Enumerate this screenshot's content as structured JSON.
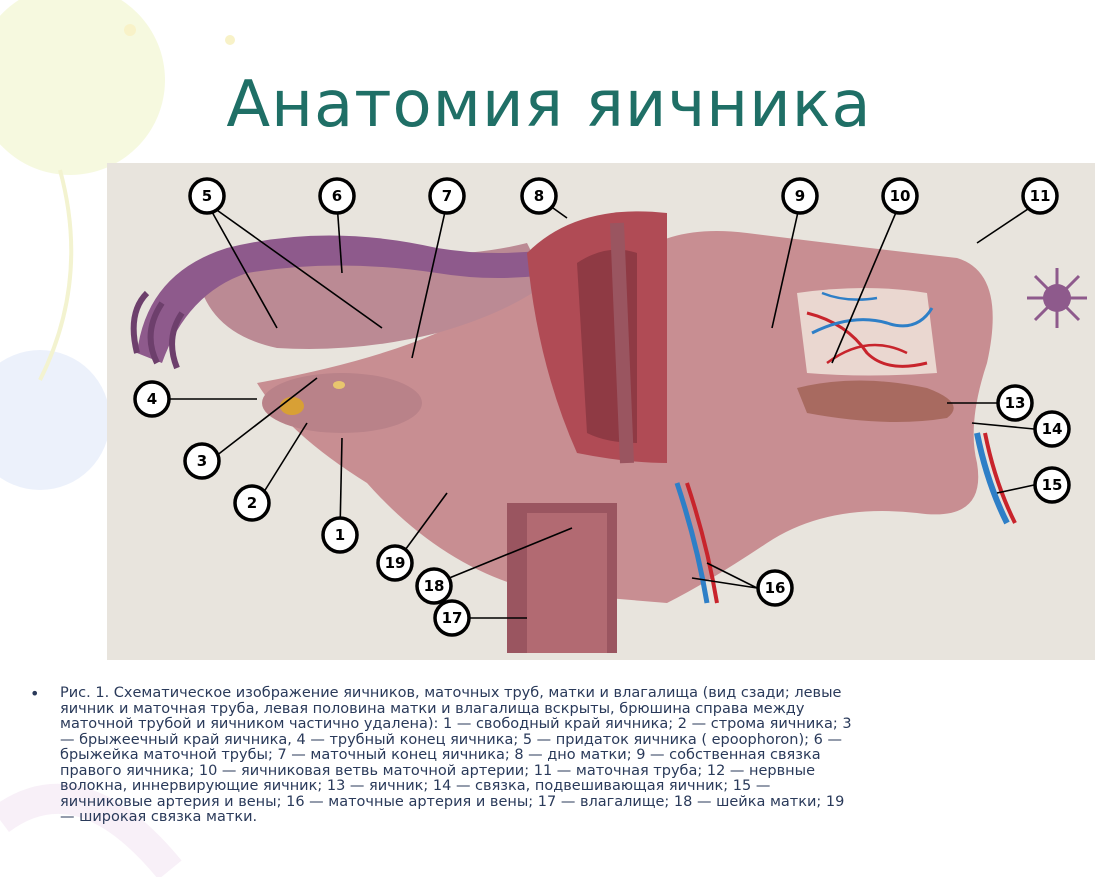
{
  "title": "Анатомия яичника",
  "figure": {
    "labels": [
      "5",
      "6",
      "7",
      "8",
      "9",
      "10",
      "11",
      "4",
      "3",
      "2",
      "1",
      "19",
      "18",
      "17",
      "16",
      "13",
      "14",
      "15"
    ],
    "colors": {
      "background": "#e8e4dd",
      "tissue": "#c88e92",
      "tissue_dark": "#9a5560",
      "tube_purple": "#8e5a8c",
      "muscle_red": "#b04b55",
      "artery": "#c8242c",
      "vein": "#2e7fc7"
    }
  },
  "caption": {
    "bullet": "•",
    "lines": [
      "Рис. 1. Схематическое изображение яичников, маточных труб, матки и влагалища (вид сзади; левые",
      "яичник и маточная труба, левая половина матки и влагалища вскрыты, брюшина справа между",
      "маточной трубой и яичником частично удалена): 1 — свободный край яичника; 2 — строма яичника; 3",
      "— брыжеечный край яичника, 4 — трубный конец яичника; 5 — придаток яичника ( epoophoron); 6 —",
      "брыжейка маточной трубы; 7 — маточный конец яичника; 8 — дно матки; 9 — собственная связка",
      "правого яичника; 10 — яичниковая ветвь маточной артерии; 11 — маточная труба; 12 — нервные",
      "волокна, иннервирующие яичник; 13 — яичник; 14 — связка, подвешивающая яичник; 15 —",
      "яичниковые артерия и вены; 16 — маточные артерия и вены; 17 — влагалище; 18 — шейка матки; 19",
      "— широкая связка матки."
    ]
  }
}
